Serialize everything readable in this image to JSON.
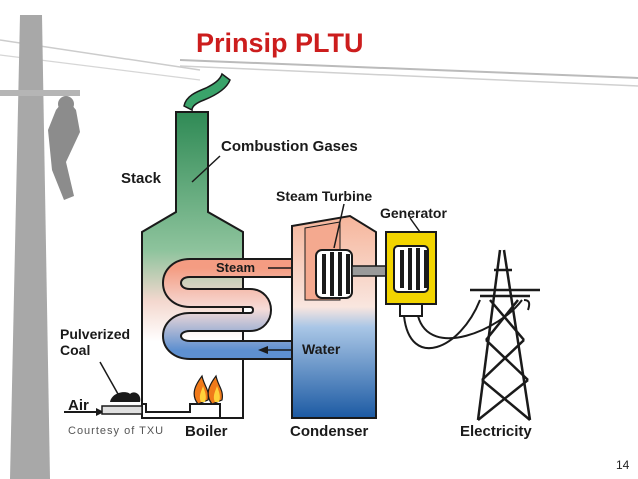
{
  "slide": {
    "title": "Prinsip PLTU",
    "page_number": "14",
    "credit": "Courtesy of TXU"
  },
  "diagram": {
    "labels": {
      "combustion_gases": "Combustion Gases",
      "stack": "Stack",
      "steam_turbine": "Steam Turbine",
      "generator": "Generator",
      "steam": "Steam",
      "water": "Water",
      "pulverized_coal": "Pulverized\nCoal",
      "air": "Air",
      "boiler": "Boiler",
      "condenser": "Condenser",
      "electricity": "Electricity"
    },
    "colors": {
      "title": "#cc1d1d",
      "stack_green": "#2e8b57",
      "steam_pink": "#f0a48c",
      "water_blue": "#1f5fa8",
      "generator_yellow": "#f2d400",
      "flame_orange": "#f07a1a"
    }
  }
}
